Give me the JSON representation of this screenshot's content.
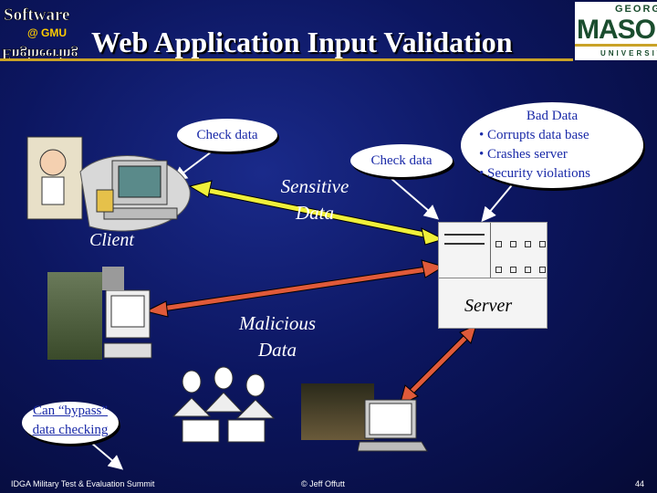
{
  "title": "Web Application Input Validation",
  "logo_left_text_top": "Software",
  "logo_left_text_mid": "@ GMU",
  "logo_left_text_bottom": "Engineering",
  "gmu_logo": {
    "george": "GEORGE",
    "mason": "MASON",
    "university": "UNIVERSITY"
  },
  "bubbles": {
    "check_data_left": "Check data",
    "check_data_right": "Check data",
    "bad_data_title": "Bad Data",
    "bad_data_items": [
      "• Corrupts data base",
      "• Crashes server",
      "• Security violations"
    ],
    "bypass_line1": "Can “bypass”",
    "bypass_line2": "data checking"
  },
  "labels": {
    "client": "Client",
    "sensitive_line1": "Sensitive",
    "sensitive_line2": "Data",
    "malicious_line1": "Malicious",
    "malicious_line2": "Data",
    "server": "Server"
  },
  "footer": {
    "left": "IDGA Military Test & Evaluation Summit",
    "center": "© Jeff Offutt",
    "page": "44"
  },
  "colors": {
    "accent_gold": "#c9a227",
    "bubble_text": "#1a2aa8",
    "arrow_yellow": "#f0f03a",
    "arrow_red": "#e05a3a"
  }
}
